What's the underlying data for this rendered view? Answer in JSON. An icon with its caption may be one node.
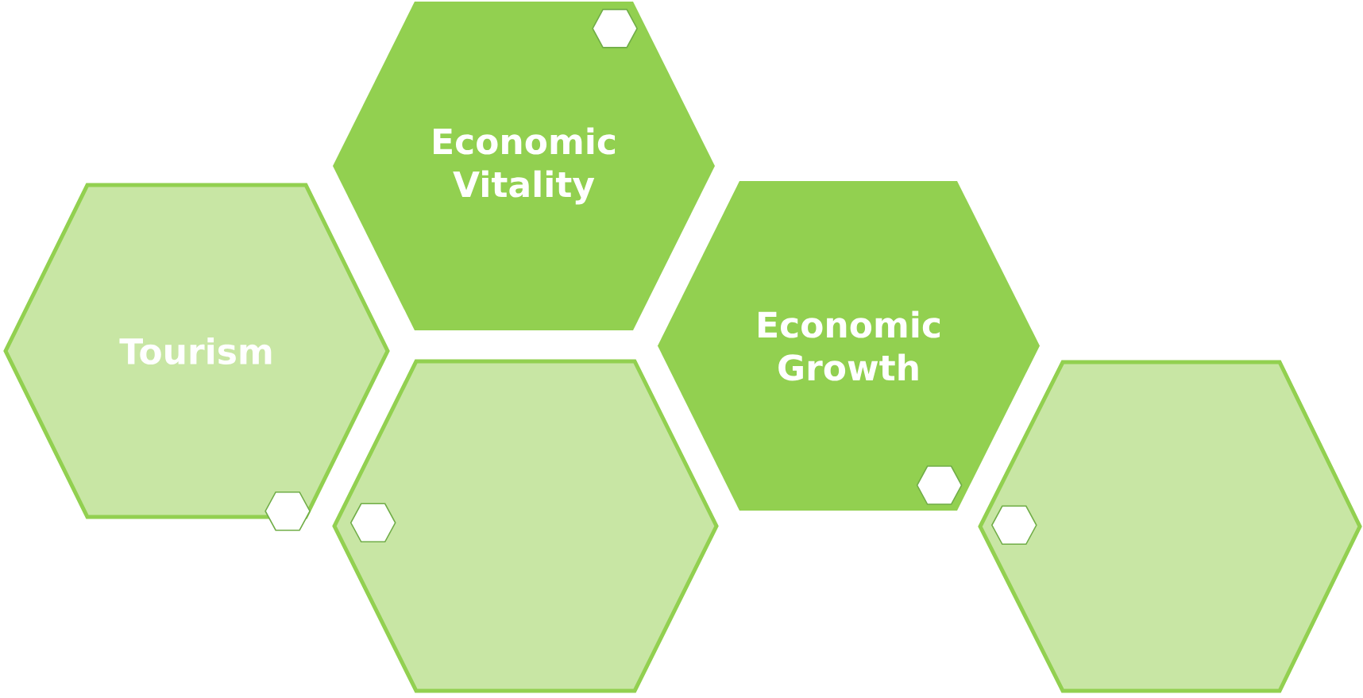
{
  "diagram": {
    "nodes": [
      {
        "text": [
          "Economic Vitality"
        ]
      },
      {
        "text": [
          "Tourism"
        ]
      },
      {
        "text": [],
        "shape": "hexagon"
      },
      {
        "text": [
          "Economic Growth"
        ]
      },
      {
        "text": [],
        "shape": "hexagon"
      },
      {
        "text": [],
        "shape": "hexagon",
        "in": 0
      },
      {
        "text": [],
        "shape": "hexagon",
        "in": 1
      },
      {
        "text": [],
        "shape": "hexagon",
        "in": 2
      },
      {
        "text": [],
        "shape": "hexagon",
        "in": 3
      },
      {
        "text": [],
        "shape": "hexagon",
        "in": 4
      }
    ]
  }
}
